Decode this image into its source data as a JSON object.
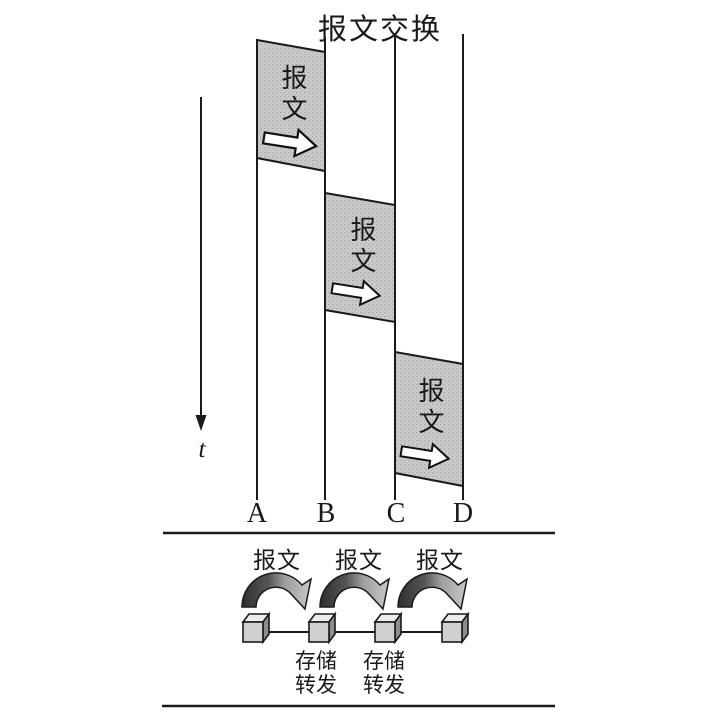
{
  "title": "报文交换",
  "diagram": {
    "time_axis_label": "t",
    "nodes": [
      "A",
      "B",
      "C",
      "D"
    ],
    "message_blocks": [
      "报文",
      "报文",
      "报文"
    ]
  },
  "forwarding": {
    "hop_labels": [
      "报文",
      "报文",
      "报文"
    ],
    "store_forward_labels": [
      {
        "line1": "存储",
        "line2": "转发"
      },
      {
        "line1": "存储",
        "line2": "转发"
      }
    ]
  },
  "colors": {
    "ink": "#1a1a1a",
    "message_fill": "#c9c9c9",
    "block_arrow_fill": "#ffffff",
    "hop_arrow_dark": "#2f2f2f",
    "hop_arrow_light": "#c9c9c9",
    "cube_front": "#d0d0d0",
    "cube_top": "#ededed",
    "cube_side": "#8d8d8d",
    "background": "#ffffff"
  }
}
